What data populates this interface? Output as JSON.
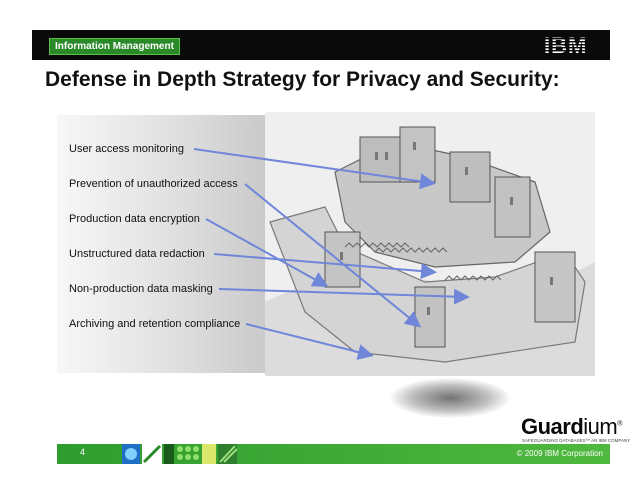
{
  "header": {
    "tag_label": "Information Management",
    "logo_text": "IBM"
  },
  "slide": {
    "title": "Defense in Depth Strategy for Privacy and Security:",
    "items": [
      "User access monitoring",
      "Prevention of unauthorized access",
      "Production data encryption",
      "Unstructured data redaction",
      "Non-production data masking",
      "Archiving and retention compliance"
    ],
    "image_name": "castle-fortress-illustration"
  },
  "brand": {
    "name_bold": "Guard",
    "name_light": "ium",
    "registered": "®",
    "subtitle": "SAFEGUARDING DATABASES™   AN IBM COMPANY"
  },
  "footer": {
    "page_number": "4",
    "copyright": "© 2009  IBM Corporation"
  },
  "colors": {
    "header_bar": "#0a0a0a",
    "tag_green": "#2a8a2a",
    "footer_green": "#3aa834",
    "arrow_blue": "#6f86d9"
  }
}
